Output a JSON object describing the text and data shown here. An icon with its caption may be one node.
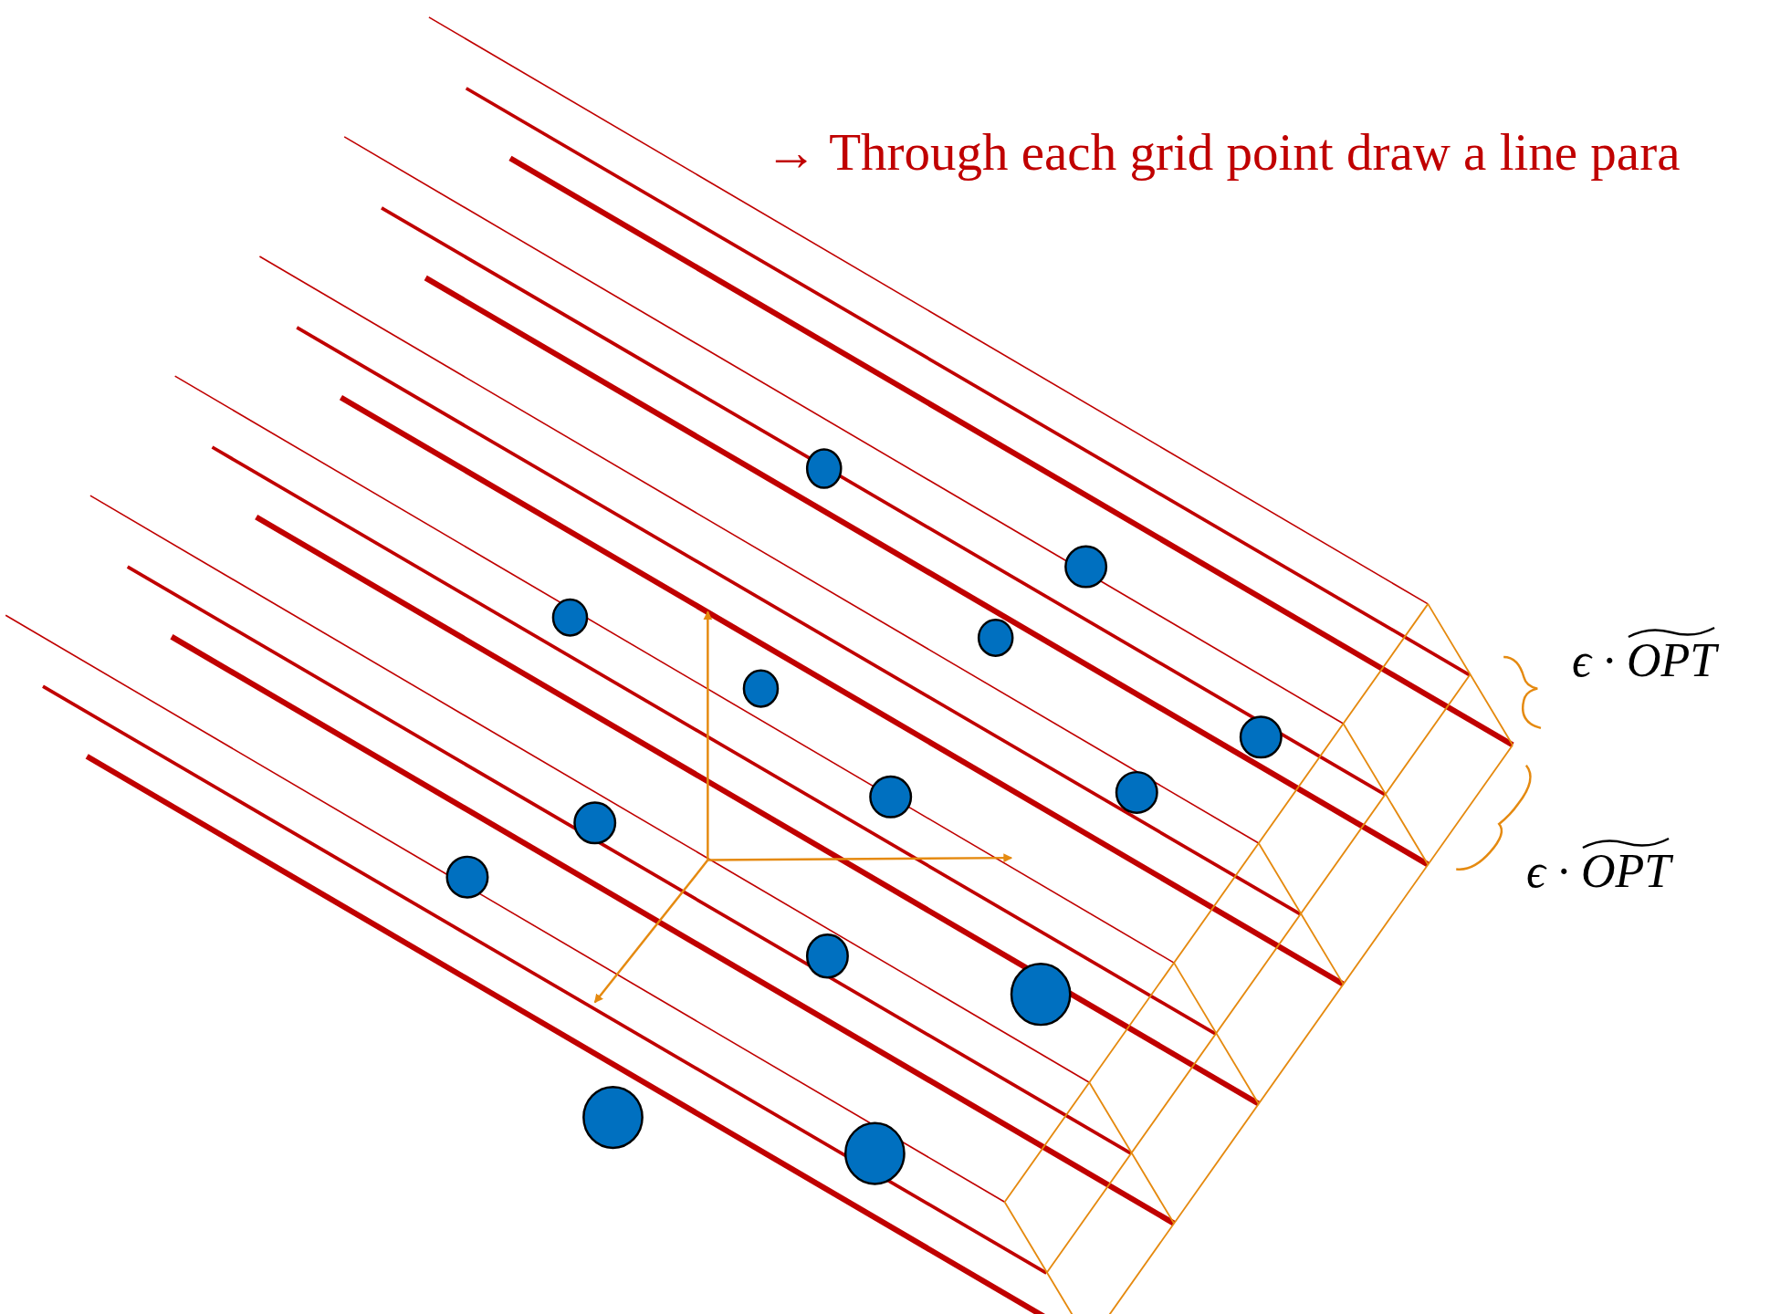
{
  "diagram": {
    "labels": [
      "→ Through each grid point draw a line para",
      "ϵ · OPT",
      "ϵ · OPT"
    ]
  }
}
